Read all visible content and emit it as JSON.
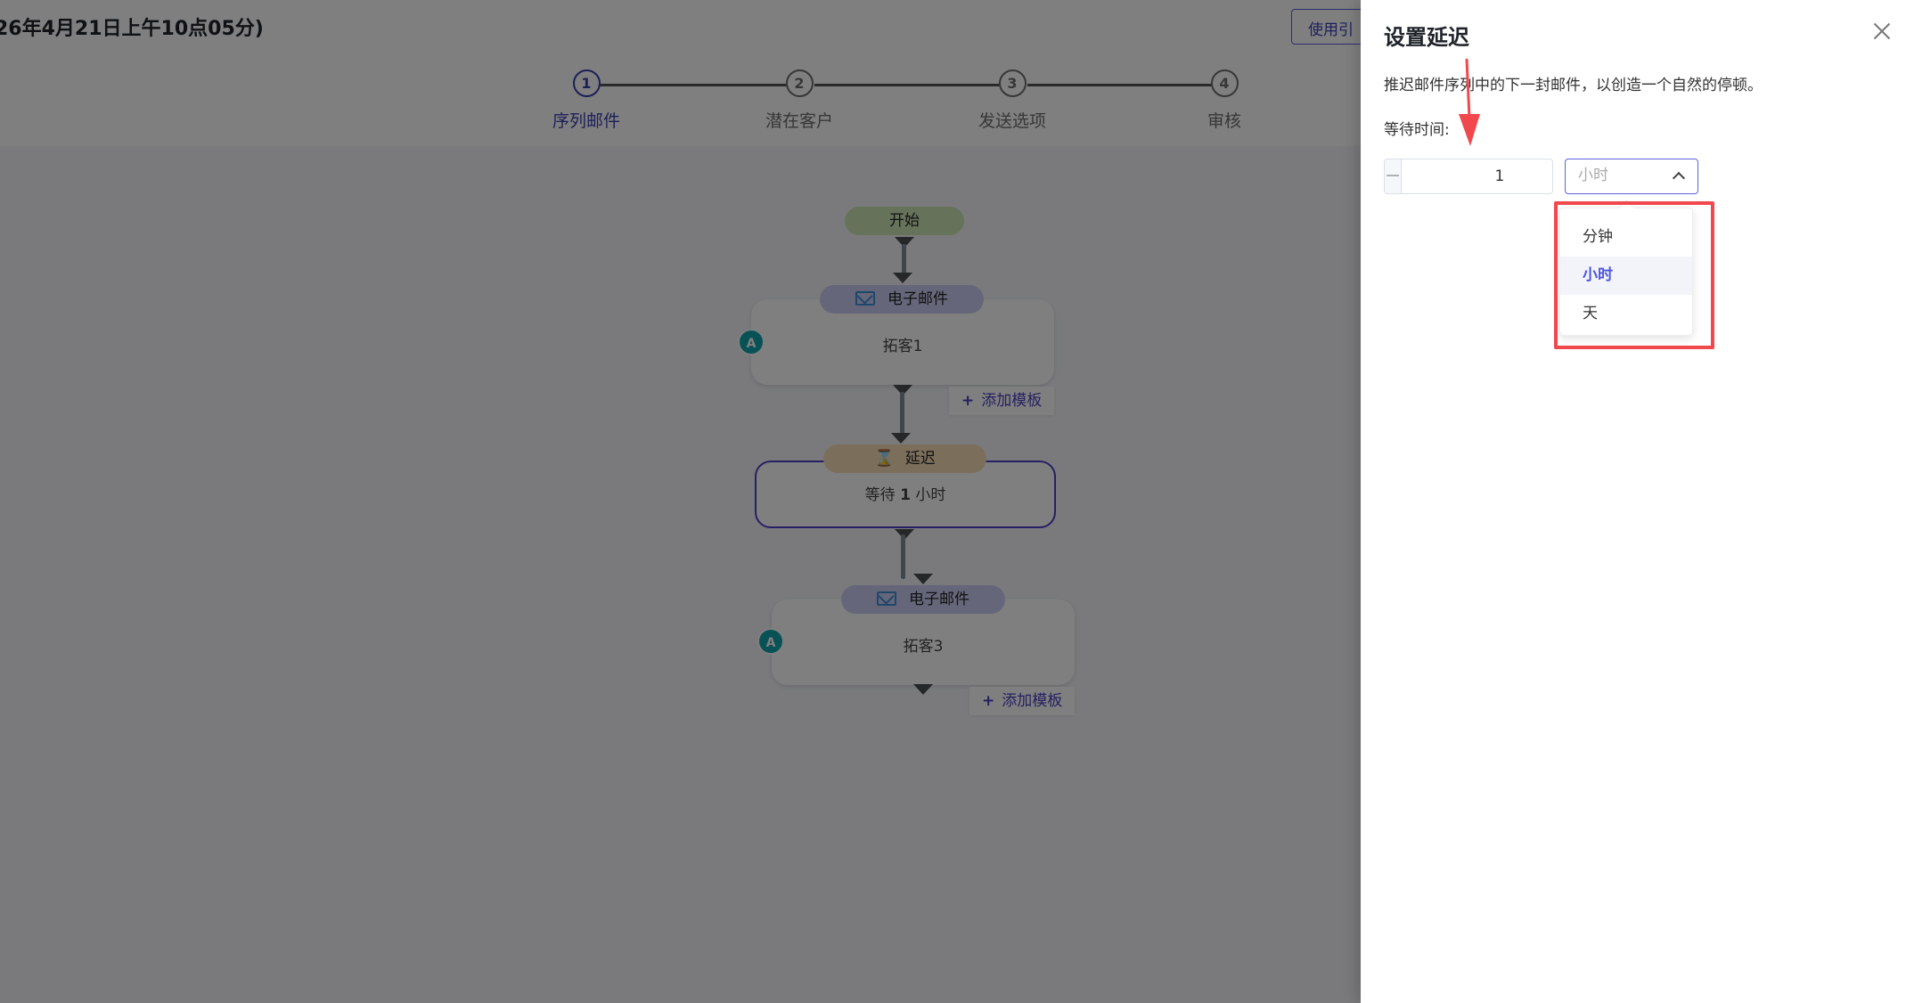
{
  "header": {
    "title": "26年4月21日上午10点05分)",
    "guide_button": "使用引"
  },
  "steps": [
    {
      "number": "1",
      "label": "序列邮件",
      "active": true
    },
    {
      "number": "2",
      "label": "潜在客户",
      "active": false
    },
    {
      "number": "3",
      "label": "发送选项",
      "active": false
    },
    {
      "number": "4",
      "label": "审核",
      "active": false
    }
  ],
  "flow": {
    "start_label": "开始",
    "nodes": [
      {
        "type": "email",
        "title": "电子邮件",
        "content": "拓客1",
        "avatar": "A",
        "add_template": "添加模板"
      },
      {
        "type": "delay",
        "title": "延迟",
        "content_prefix": "等待",
        "content_value": "1",
        "content_unit": "小时"
      },
      {
        "type": "email",
        "title": "电子邮件",
        "content": "拓客3",
        "avatar": "A",
        "add_template": "添加模板"
      }
    ],
    "add_template_plus": "+"
  },
  "drawer": {
    "title": "设置延迟",
    "description": "推迟邮件序列中的下一封邮件，以创造一个自然的停顿。",
    "wait_label": "等待时间:",
    "stepper": {
      "minus": "−",
      "plus": "+",
      "value": "1"
    },
    "unit_select": {
      "value": "小时"
    },
    "unit_options": [
      {
        "label": "分钟",
        "selected": false
      },
      {
        "label": "小时",
        "selected": true
      },
      {
        "label": "天",
        "selected": false
      }
    ]
  },
  "colors": {
    "accent": "#5b62e0",
    "highlight": "#f0484d",
    "avatar": "#11a4ad"
  }
}
